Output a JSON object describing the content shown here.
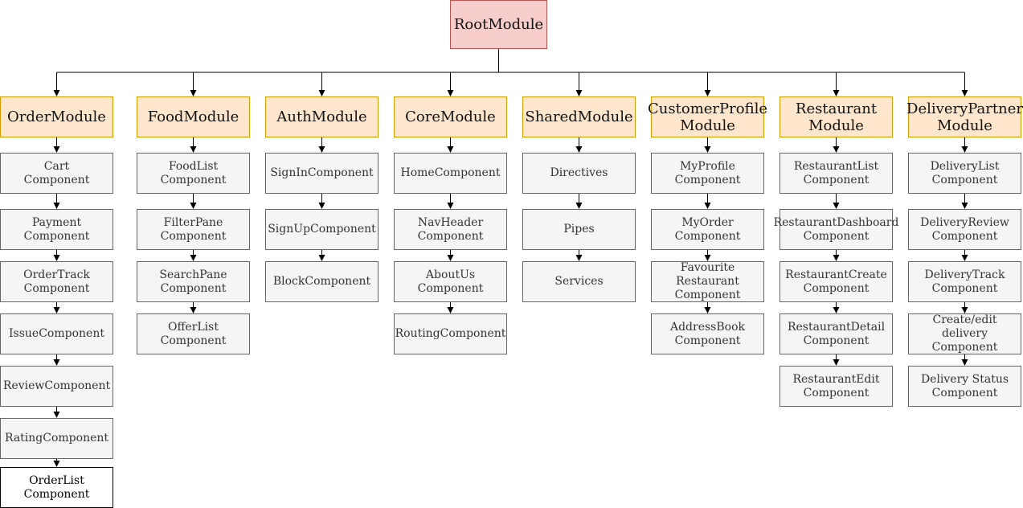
{
  "root": {
    "label": "RootModule"
  },
  "modules": [
    {
      "label": "OrderModule",
      "components": [
        "Cart\nComponent",
        "Payment\nComponent",
        "OrderTrack\nComponent",
        "IssueComponent",
        "ReviewComponent",
        "RatingComponent",
        "OrderList\nComponent"
      ]
    },
    {
      "label": "FoodModule",
      "components": [
        "FoodList\nComponent",
        "FilterPane\nComponent",
        "SearchPane\nComponent",
        "OfferList\nComponent"
      ]
    },
    {
      "label": "AuthModule",
      "components": [
        "SignInComponent",
        "SignUpComponent",
        "BlockComponent"
      ]
    },
    {
      "label": "CoreModule",
      "components": [
        "HomeComponent",
        "NavHeader\nComponent",
        "AboutUs\nComponent",
        "RoutingComponent"
      ]
    },
    {
      "label": "SharedModule",
      "components": [
        "Directives",
        "Pipes",
        "Services"
      ]
    },
    {
      "label": "CustomerProfile\nModule",
      "components": [
        "MyProfile\nComponent",
        "MyOrder\nComponent",
        "Favourite\nRestaurant\nComponent",
        "AddressBook\nComponent"
      ]
    },
    {
      "label": "Restaurant\nModule",
      "components": [
        "RestaurantList\nComponent",
        "RestaurantDashboard\nComponent",
        "RestaurantCreate\nComponent",
        "RestaurantDetail\nComponent",
        "RestaurantEdit\nComponent"
      ]
    },
    {
      "label": "DeliveryPartner\nModule",
      "components": [
        "DeliveryList\nComponent",
        "DeliveryReview\nComponent",
        "DeliveryTrack\nComponent",
        "Create/edit\ndelivery\nComponent",
        "Delivery Status\nComponent"
      ]
    }
  ]
}
